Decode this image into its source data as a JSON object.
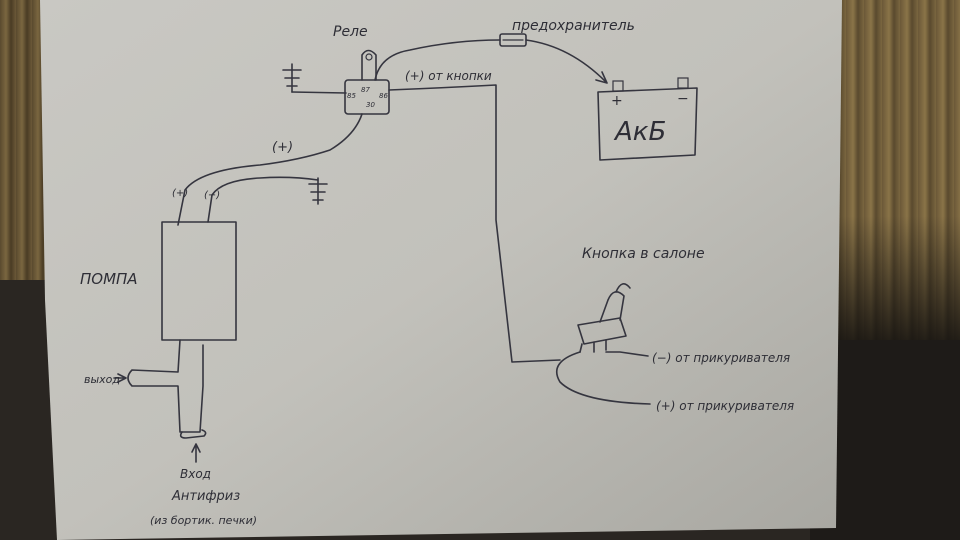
{
  "diagram": {
    "labels": {
      "relay": "Реле",
      "fuse": "предохранитель",
      "battery": "АкБ",
      "battery_plus": "+",
      "battery_minus": "−",
      "from_button": "(+) от кнопки",
      "plus_wire": "(+)",
      "pump": "ПОМПА",
      "pump_plus": "(+)",
      "pump_minus": "(−)",
      "outlet": "выход",
      "inlet_line1": "Вход",
      "inlet_line2": "Антифриз",
      "inlet_line3": "(из бортик. печки)",
      "cabin_button": "Кнопка в салоне",
      "minus_lighter": "(−) от прикуривателя",
      "plus_lighter": "(+) от прикуривателя",
      "relay_pin_85": "85",
      "relay_pin_86": "86",
      "relay_pin_87": "87",
      "relay_pin_30": "30"
    }
  }
}
